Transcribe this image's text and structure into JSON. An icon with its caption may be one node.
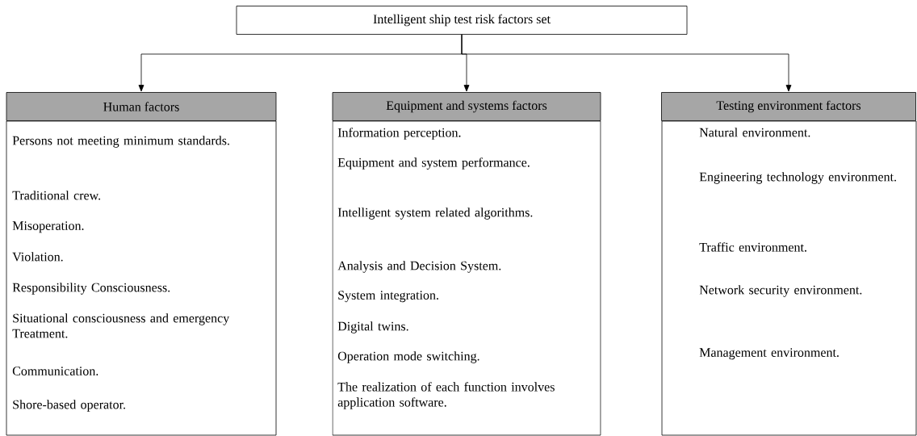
{
  "diagram": {
    "nodes": [
      {
        "text": [
          "Intelligent ship test risk factors set"
        ]
      },
      {
        "text": [
          "Human factors",
          "Persons not meeting minimum standards.",
          "Traditional crew.",
          "Misoperation.",
          "Violation.",
          "Responsibility Consciousness.",
          "Situational consciousness and emergency Treatment.",
          "Communication.",
          "Shore-based operator."
        ]
      },
      {
        "text": [
          "Equipment and systems factors",
          "Information perception.",
          "Equipment and system performance.",
          "Intelligent system related algorithms.",
          "Analysis and Decision System.",
          "System integration.",
          "Digital twins.",
          "Operation mode switching.",
          "The realization of each function involves application software."
        ]
      },
      {
        "text": [
          "Testing environment factors",
          "Natural environment.",
          "Engineering technology environment.",
          "Traffic environment.",
          "Network security environment.",
          "Management environment."
        ]
      }
    ],
    "edges": [
      {
        "from": 0,
        "to": 1,
        "arrow": "to"
      },
      {
        "from": 0,
        "to": 2,
        "arrow": "to"
      },
      {
        "from": 0,
        "to": 3,
        "arrow": "to"
      }
    ]
  }
}
